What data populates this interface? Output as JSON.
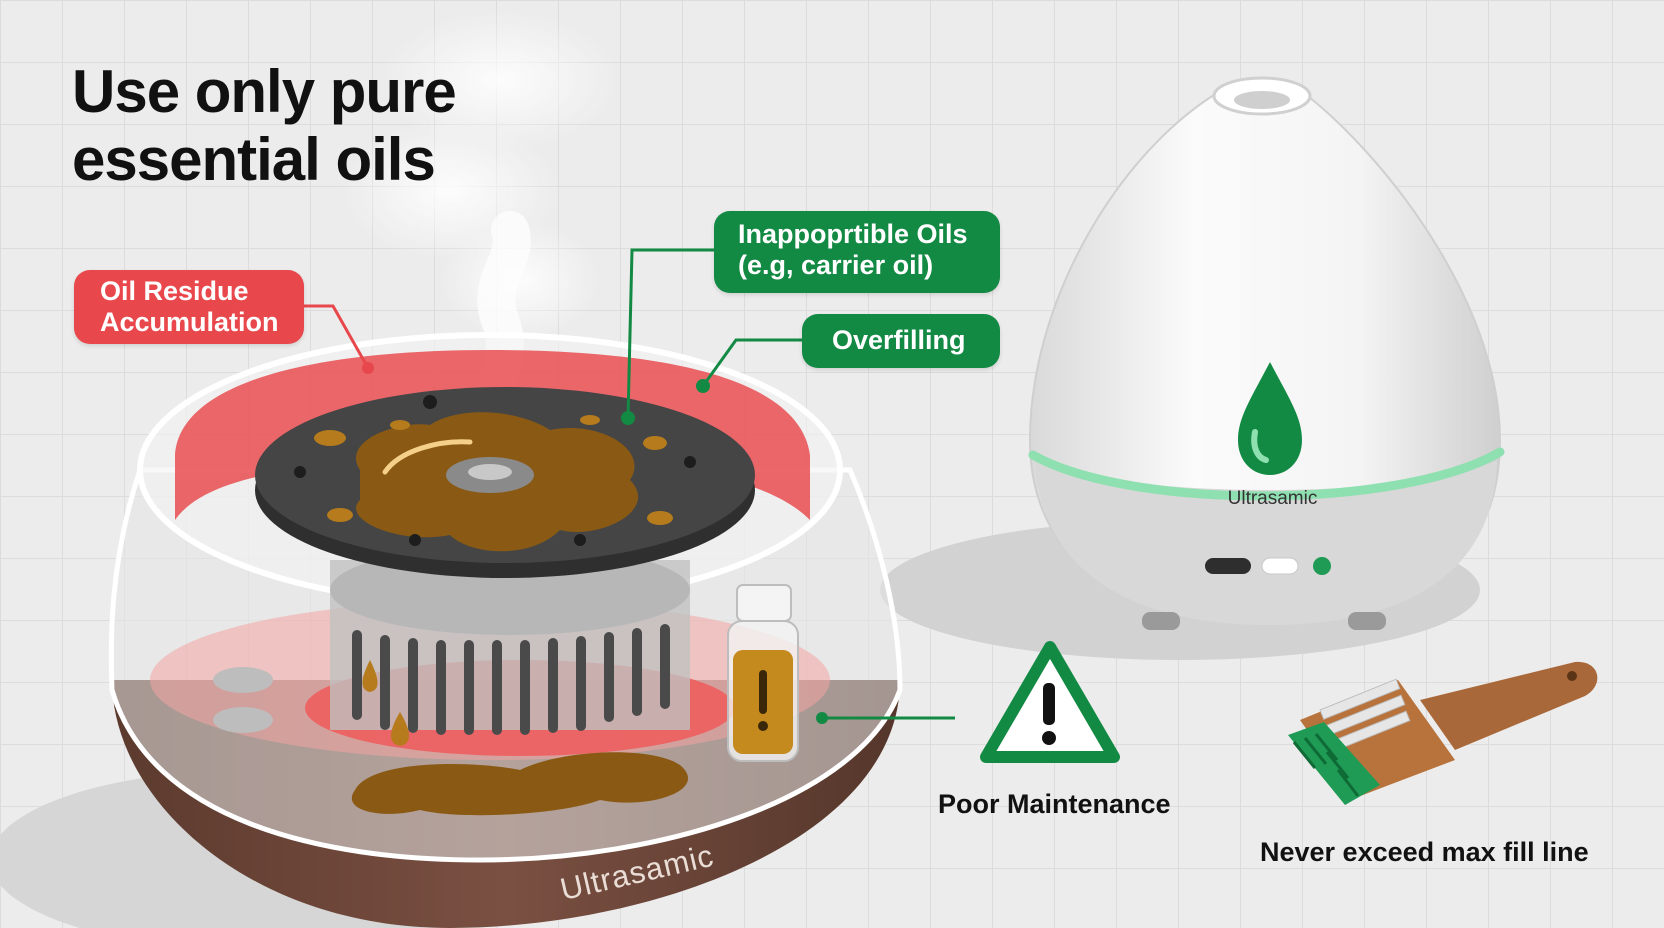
{
  "headline": {
    "line1": "Use only pure",
    "line2": "essential oils"
  },
  "callouts": {
    "residue": {
      "line1": "Oil Residue",
      "line2": "Accumulation",
      "color": "#e8474b"
    },
    "inappropriate": {
      "line1": "Inappoprtible Oils",
      "line2": "(e.g, carrier oil)",
      "color": "#138a44"
    },
    "overfilling": {
      "text": "Overfilling",
      "color": "#138a44"
    }
  },
  "labels": {
    "poor_maintenance": "Poor Maintenance",
    "max_fill": "Never exceed max fill line"
  },
  "brand": {
    "teardrop_diffuser": "Ultrasamic",
    "cutaway_diffuser": "Ultrasamic"
  },
  "icons": {
    "warning": "warning-triangle-icon",
    "drop": "water-drop-icon",
    "brush": "cleaning-brush-icon",
    "bottle": "essential-oil-bottle-icon"
  },
  "colors": {
    "red_accent": "#e8474b",
    "green_accent": "#138a44",
    "oil": "#8a5a14",
    "base_brown": "#6e4537"
  }
}
